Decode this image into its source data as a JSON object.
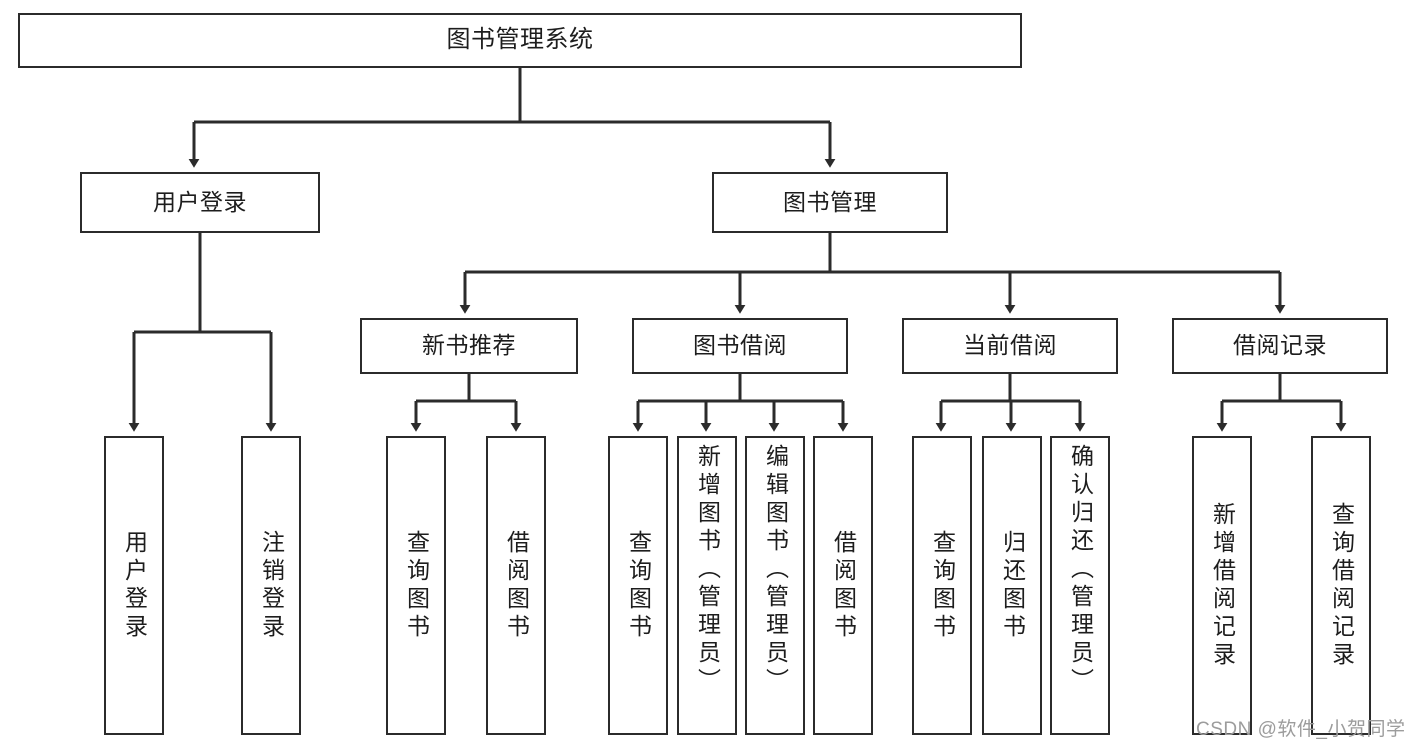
{
  "diagram": {
    "title": "图书管理系统",
    "type": "hierarchy-tree",
    "background_color": "#ffffff",
    "line_color": "#2b2b2b",
    "text_color": "#1d1d1d",
    "levels": [
      {
        "level": 1,
        "nodes": [
          {
            "id": "root",
            "label": "图书管理系统",
            "orientation": "horizontal"
          }
        ]
      },
      {
        "level": 2,
        "nodes": [
          {
            "id": "login",
            "label": "用户登录",
            "orientation": "horizontal"
          },
          {
            "id": "bookmgmt",
            "label": "图书管理",
            "orientation": "horizontal"
          }
        ]
      },
      {
        "level": 3,
        "nodes": [
          {
            "id": "newbook",
            "label": "新书推荐",
            "orientation": "horizontal"
          },
          {
            "id": "borrow",
            "label": "图书借阅",
            "orientation": "horizontal"
          },
          {
            "id": "current",
            "label": "当前借阅",
            "orientation": "horizontal"
          },
          {
            "id": "records",
            "label": "借阅记录",
            "orientation": "horizontal"
          }
        ]
      },
      {
        "level": 4,
        "nodes": [
          {
            "id": "leaf1",
            "label": "用户登录",
            "orientation": "vertical",
            "parent": "login"
          },
          {
            "id": "leaf2",
            "label": "注销登录",
            "orientation": "vertical",
            "parent": "login"
          },
          {
            "id": "leaf3",
            "label": "查询图书",
            "orientation": "vertical",
            "parent": "newbook"
          },
          {
            "id": "leaf4",
            "label": "借阅图书",
            "orientation": "vertical",
            "parent": "newbook"
          },
          {
            "id": "leaf5",
            "label": "查询图书",
            "orientation": "vertical",
            "parent": "borrow"
          },
          {
            "id": "leaf6",
            "label": "新增图书（管理员）",
            "orientation": "vertical",
            "parent": "borrow"
          },
          {
            "id": "leaf7",
            "label": "编辑图书（管理员）",
            "orientation": "vertical",
            "parent": "borrow"
          },
          {
            "id": "leaf8",
            "label": "借阅图书",
            "orientation": "vertical",
            "parent": "borrow"
          },
          {
            "id": "leaf9",
            "label": "查询图书",
            "orientation": "vertical",
            "parent": "current"
          },
          {
            "id": "leaf10",
            "label": "归还图书",
            "orientation": "vertical",
            "parent": "current"
          },
          {
            "id": "leaf11",
            "label": "确认归还（管理员）",
            "orientation": "vertical",
            "parent": "current"
          },
          {
            "id": "leaf12",
            "label": "新增借阅记录",
            "orientation": "vertical",
            "parent": "records"
          },
          {
            "id": "leaf13",
            "label": "查询借阅记录",
            "orientation": "vertical",
            "parent": "records"
          }
        ]
      }
    ]
  },
  "watermark": {
    "text": "CSDN @软件_小贺同学"
  }
}
